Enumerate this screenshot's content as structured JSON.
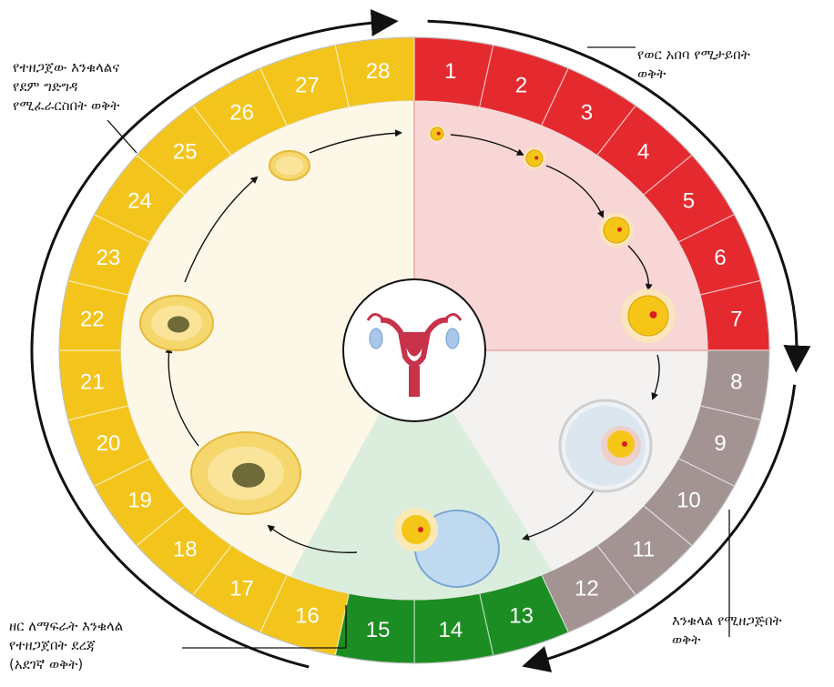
{
  "callouts": {
    "menstruation": "የወር አበባ የሚታይበት\nወቅት",
    "luteal": "የተዘጋጀው እንቁላልና\nየደም ግድግዳ\nየሚፈራርስበት ወቅት",
    "follicular": "እንቁላል የሚዘጋጅበት\nወቅት",
    "ovulation": "ዘር ለማፍራት እንቁላል\nየተዘጋጀበት ደረጃ\n(አደገኛ ወቅት)"
  },
  "cycle": {
    "days": [
      {
        "day": "1",
        "phase": "menstruation"
      },
      {
        "day": "2",
        "phase": "menstruation"
      },
      {
        "day": "3",
        "phase": "menstruation"
      },
      {
        "day": "4",
        "phase": "menstruation"
      },
      {
        "day": "5",
        "phase": "menstruation"
      },
      {
        "day": "6",
        "phase": "menstruation"
      },
      {
        "day": "7",
        "phase": "menstruation"
      },
      {
        "day": "8",
        "phase": "follicular"
      },
      {
        "day": "9",
        "phase": "follicular"
      },
      {
        "day": "10",
        "phase": "follicular"
      },
      {
        "day": "11",
        "phase": "follicular"
      },
      {
        "day": "12",
        "phase": "follicular"
      },
      {
        "day": "13",
        "phase": "ovulation"
      },
      {
        "day": "14",
        "phase": "ovulation"
      },
      {
        "day": "15",
        "phase": "ovulation"
      },
      {
        "day": "16",
        "phase": "luteal"
      },
      {
        "day": "17",
        "phase": "luteal"
      },
      {
        "day": "18",
        "phase": "luteal"
      },
      {
        "day": "19",
        "phase": "luteal"
      },
      {
        "day": "20",
        "phase": "luteal"
      },
      {
        "day": "21",
        "phase": "luteal"
      },
      {
        "day": "22",
        "phase": "luteal"
      },
      {
        "day": "23",
        "phase": "luteal"
      },
      {
        "day": "24",
        "phase": "luteal"
      },
      {
        "day": "25",
        "phase": "luteal"
      },
      {
        "day": "26",
        "phase": "luteal"
      },
      {
        "day": "27",
        "phase": "luteal"
      },
      {
        "day": "28",
        "phase": "luteal"
      }
    ]
  },
  "colors": {
    "menstruation": "#e52a2f",
    "follicular": "#a39393",
    "ovulation": "#1c8d22",
    "luteal": "#f3c51c",
    "menstruation_bg": "#f9d6d6",
    "follicular_bg": "#f4f1f1",
    "ovulation_bg": "#dbeedd",
    "luteal_bg": "#fcf7e6",
    "outline": "#111111",
    "egg_yolk": "#f5c518",
    "egg_dot": "#d62020",
    "uterus": "#c8324a"
  },
  "icons": {
    "center": "uterus-icon",
    "stages": [
      "egg-icon",
      "follicle-icon",
      "ovulation-egg-icon",
      "corpus-luteum-icon"
    ]
  }
}
